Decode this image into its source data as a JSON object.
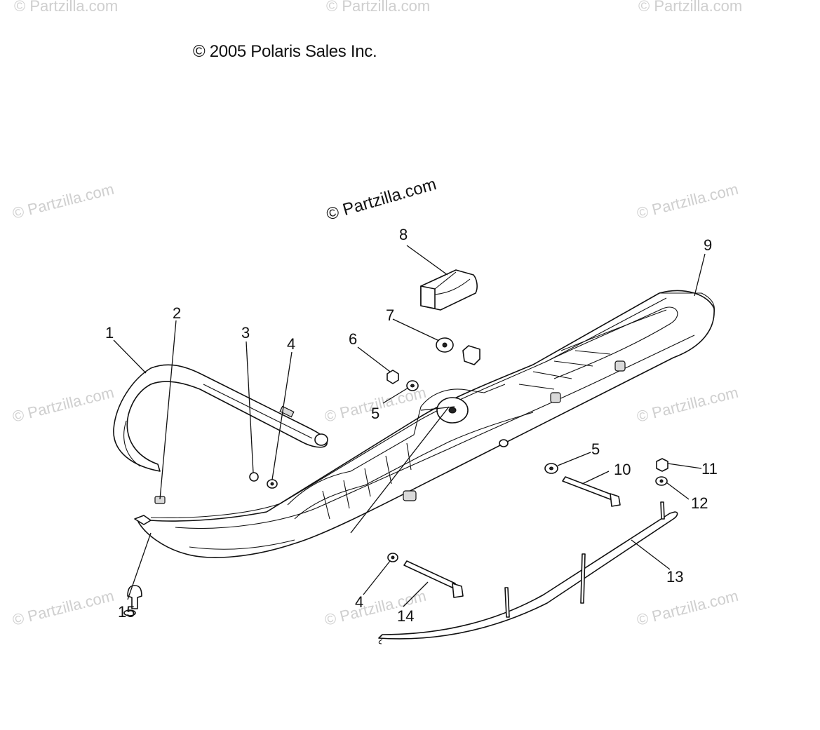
{
  "copyright": "© 2005 Polaris Sales Inc.",
  "watermark": "© Partzilla.com",
  "watermark_center": "© Partzilla.com",
  "callouts": [
    "1",
    "2",
    "3",
    "4",
    "4",
    "5",
    "5",
    "6",
    "7",
    "8",
    "9",
    "10",
    "11",
    "12",
    "13",
    "14",
    "15"
  ]
}
